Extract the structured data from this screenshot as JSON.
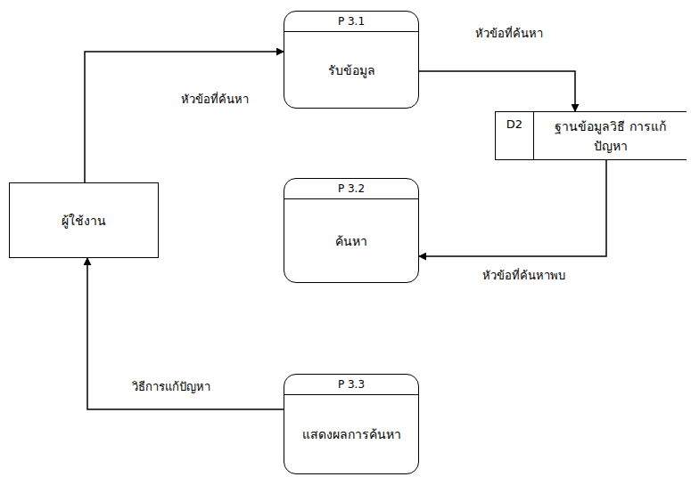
{
  "diagram": {
    "nodes": [
      {
        "text": [
          "P 3.1",
          "รับข้อมูล"
        ]
      },
      {
        "text": [
          "D2",
          "ฐานข้อมูลวิธี การแก้ปัญหา"
        ]
      },
      {
        "text": [
          "ผู้ใช้งาน"
        ]
      },
      {
        "text": [
          "P 3.2",
          "ค้นหา"
        ]
      },
      {
        "text": [
          "P 3.3",
          "แสดงผลการค้นหา"
        ]
      }
    ],
    "edges": [
      {
        "from": 2,
        "to": 0,
        "label": "หัวข้อที่ค้นหา",
        "arrow": "to"
      },
      {
        "from": 0,
        "to": 1,
        "label": "หัวข้อที่ค้นหา",
        "arrow": "to"
      },
      {
        "from": 1,
        "to": 3,
        "label": "หัวข้อที่ค้นหาพบ",
        "arrow": "to"
      },
      {
        "from": 4,
        "to": 2,
        "label": "วิธีการแก้ปัญหา",
        "arrow": "to"
      }
    ]
  }
}
